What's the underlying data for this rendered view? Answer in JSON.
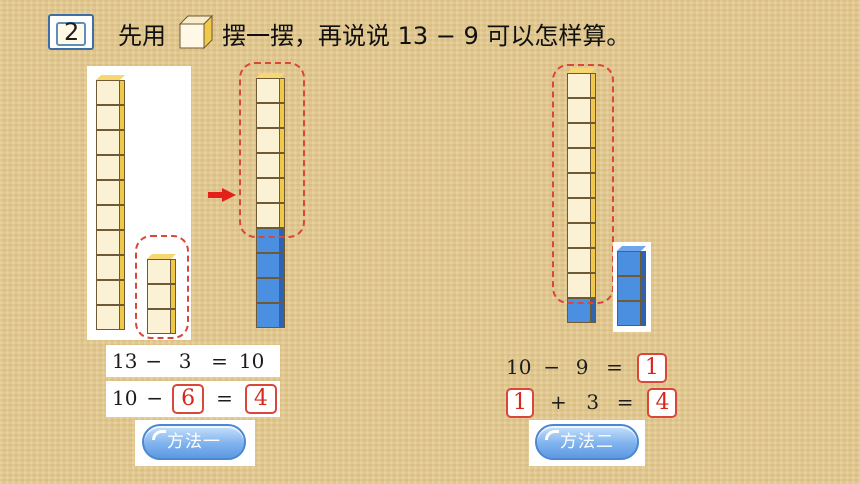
{
  "header": {
    "number": "2",
    "text_before": "先用",
    "text_after": "摆一摆，再说说 13 − 9 可以怎样算。"
  },
  "method1": {
    "eq1": {
      "a": "13",
      "op": "−",
      "b": "3",
      "eq": "=",
      "r": "10"
    },
    "eq2": {
      "a": "10",
      "op": "−",
      "b": "6",
      "eq": "=",
      "r": "4"
    },
    "button": "方法一"
  },
  "method2": {
    "eq1": {
      "a": "10",
      "op": "−",
      "b": "9",
      "eq": "=",
      "r": "1"
    },
    "eq2": {
      "a": "1",
      "op": "+",
      "b": "3",
      "eq": "=",
      "r": "4"
    },
    "button": "方法二"
  },
  "colors": {
    "red": "#d8473a",
    "blue": "#4b8fe0",
    "yellow": "#f0c94b"
  }
}
